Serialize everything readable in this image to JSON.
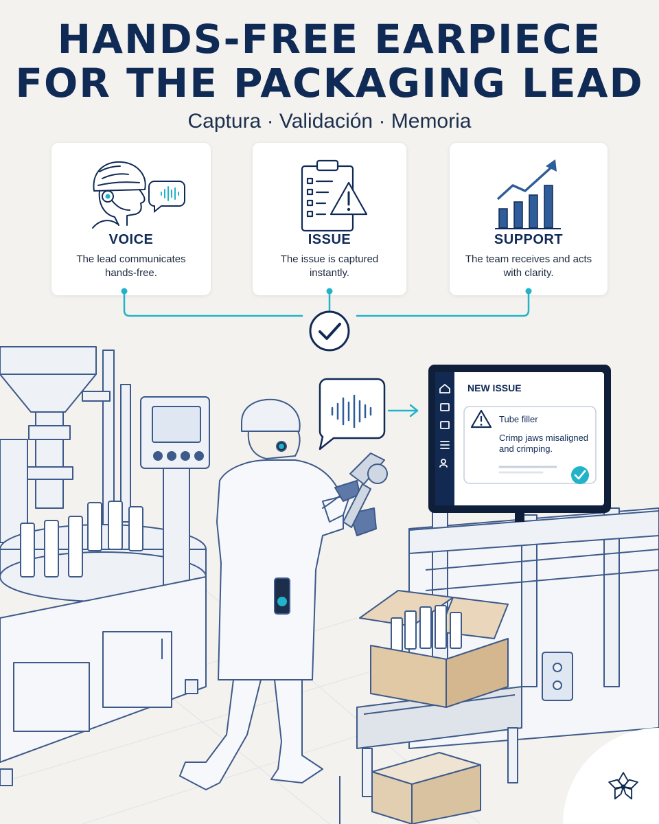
{
  "header": {
    "title_line1": "HANDS-FREE EARPIECE",
    "title_line2": "FOR THE PACKAGING LEAD",
    "subtitle": "Captura · Validación · Memoria"
  },
  "cards": [
    {
      "title": "VOICE",
      "description": "The lead communicates hands-free.",
      "icon": "worker-headset-icon"
    },
    {
      "title": "ISSUE",
      "description": "The issue is captured instantly.",
      "icon": "clipboard-warning-icon"
    },
    {
      "title": "SUPPORT",
      "description": "The team receives and acts with clarity.",
      "icon": "growth-chart-icon"
    }
  ],
  "screen": {
    "heading": "NEW ISSUE",
    "machine": "Tube filler",
    "detail_line1": "Crimp jaws misaligned",
    "detail_line2": "and crimping."
  },
  "colors": {
    "navy": "#102a56",
    "accent_teal": "#22b3c9",
    "line_blue": "#5a74a8",
    "background": "#f4f2ee"
  }
}
